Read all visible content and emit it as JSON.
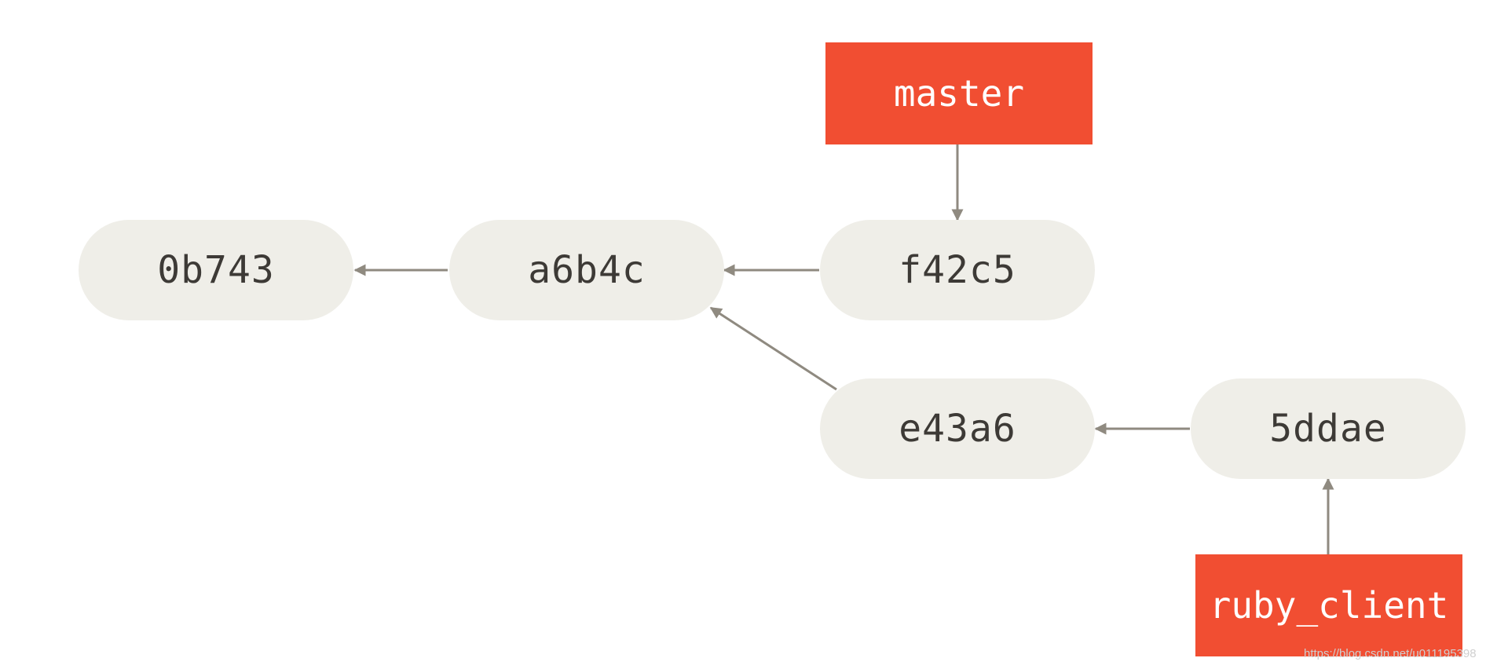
{
  "commits": [
    {
      "id": "c0",
      "label": "0b743"
    },
    {
      "id": "c1",
      "label": "a6b4c"
    },
    {
      "id": "c2",
      "label": "f42c5"
    },
    {
      "id": "c3",
      "label": "e43a6"
    },
    {
      "id": "c4",
      "label": "5ddae"
    }
  ],
  "branches": [
    {
      "id": "master",
      "label": "master",
      "points_to": "f42c5"
    },
    {
      "id": "ruby_client",
      "label": "ruby_client",
      "points_to": "5ddae"
    }
  ],
  "edges": [
    {
      "from": "a6b4c",
      "to": "0b743"
    },
    {
      "from": "f42c5",
      "to": "a6b4c"
    },
    {
      "from": "e43a6",
      "to": "a6b4c"
    },
    {
      "from": "5ddae",
      "to": "e43a6"
    }
  ],
  "colors": {
    "commit_fill": "#efeee8",
    "commit_text": "#3d3a36",
    "branch_fill": "#f14e32",
    "branch_text": "#ffffff",
    "arrow": "#8f8a80"
  },
  "watermark": "https://blog.csdn.net/u011195398"
}
